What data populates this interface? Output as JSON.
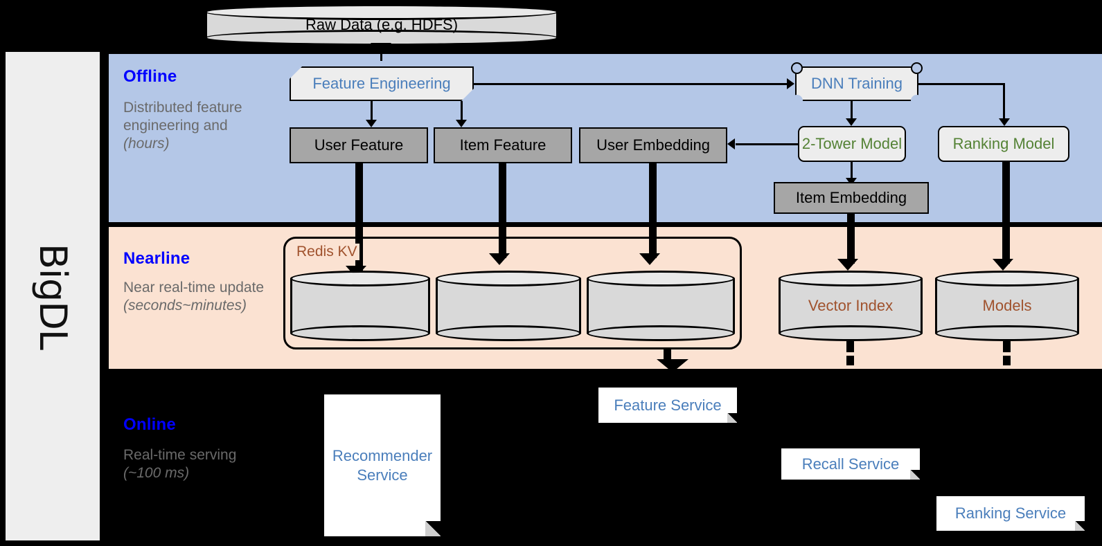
{
  "platform": {
    "name": "BigDL"
  },
  "source": {
    "label": "Raw Data (e.g. HDFS)"
  },
  "stages": [
    {
      "id": "offline",
      "heading": "Offline",
      "description": "Distributed feature engineering and ",
      "latency": "(hours)",
      "band_color": "#b4c7e7"
    },
    {
      "id": "nearline",
      "heading": "Nearline",
      "description": "Near real-time update ",
      "latency": "(seconds~minutes)",
      "band_color": "#fbe2d2"
    },
    {
      "id": "online",
      "heading": "Online",
      "description": "Real-time serving ",
      "latency": "(~100 ms)",
      "band_color": "#000000"
    }
  ],
  "offline": {
    "feature_engineering": "Feature Engineering",
    "dnn_training": "DNN Training",
    "user_feature": "User Feature",
    "item_feature": "Item Feature",
    "user_embedding": "User Embedding",
    "two_tower_model": "2-Tower Model",
    "ranking_model": "Ranking Model",
    "item_embedding": "Item Embedding"
  },
  "nearline": {
    "redis_kv": "Redis KV",
    "stores": [
      "",
      "",
      ""
    ],
    "vector_index": "Vector Index",
    "models": "Models"
  },
  "online": {
    "recommender_service": "Recommender\nService",
    "recommender_service_l1": "Recommender",
    "recommender_service_l2": "Service",
    "feature_service": "Feature Service",
    "recall_service": "Recall Service",
    "ranking_service": "Ranking Service"
  },
  "colors": {
    "stage_heading": "#0000ff",
    "stage_sub": "#6a6a6a",
    "offline_band": "#b4c7e7",
    "nearline_band": "#fbe2d2",
    "service_text": "#4a7ebb",
    "model_text": "#548235",
    "redis_text": "#a0522d",
    "store_text": "#a0522d",
    "gray_node": "#a6a6a6",
    "proc_node": "#ededed",
    "background": "#000000"
  }
}
